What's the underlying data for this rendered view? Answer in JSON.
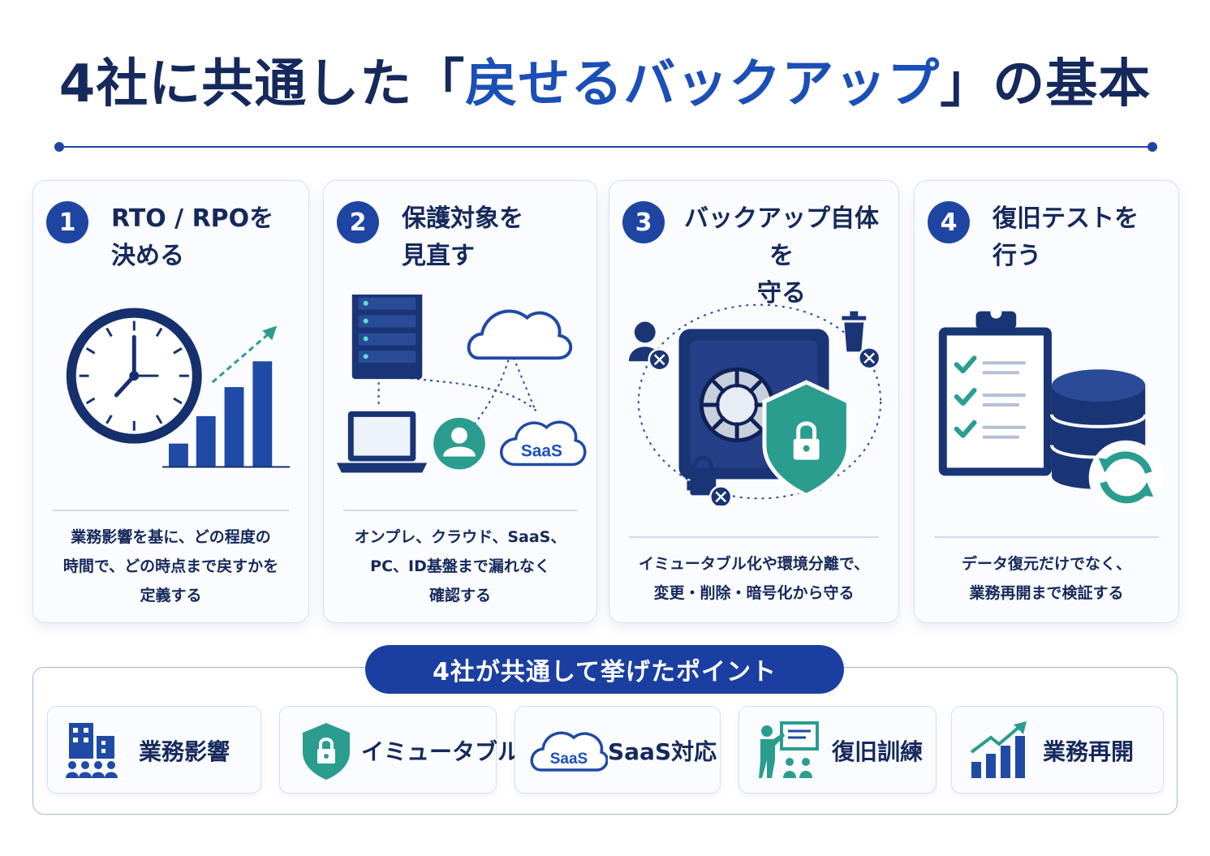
{
  "header": {
    "title_before": "4社に共通した「",
    "title_highlight": "戻せるバックアップ",
    "title_after": "」の基本"
  },
  "steps": [
    {
      "number": "1",
      "title": "RTO / RPOを\n決める",
      "description": "業務影響を基に、どの程度の\n時間で、どの時点まで戻すかを\n定義する"
    },
    {
      "number": "2",
      "title": "保護対象を\n見直す",
      "description": "オンプレ、クラウド、SaaS、\nPC、ID基盤まで漏れなく\n確認する",
      "saas_label": "SaaS"
    },
    {
      "number": "3",
      "title": "バックアップ自体を\n守る",
      "description": "イミュータブル化や環境分離で、\n変更・削除・暗号化から守る"
    },
    {
      "number": "4",
      "title": "復旧テストを\n行う",
      "description": "データ復元だけでなく、\n業務再開まで検証する"
    }
  ],
  "points": {
    "heading": "4社が共通して挙げたポイント",
    "items": [
      {
        "label": "業務影響",
        "icon": "building-people-icon"
      },
      {
        "label": "イミュータブル",
        "icon": "shield-lock-icon"
      },
      {
        "label": "SaaS対応",
        "icon": "saas-cloud-icon",
        "icon_text": "SaaS"
      },
      {
        "label": "復旧訓練",
        "icon": "training-presentation-icon"
      },
      {
        "label": "業務再開",
        "icon": "growth-chart-icon"
      }
    ]
  },
  "colors": {
    "navy": "#15295c",
    "accent_blue": "#1b4fb8",
    "pill": "#1b3fa0",
    "teal": "#2a9d8f"
  }
}
